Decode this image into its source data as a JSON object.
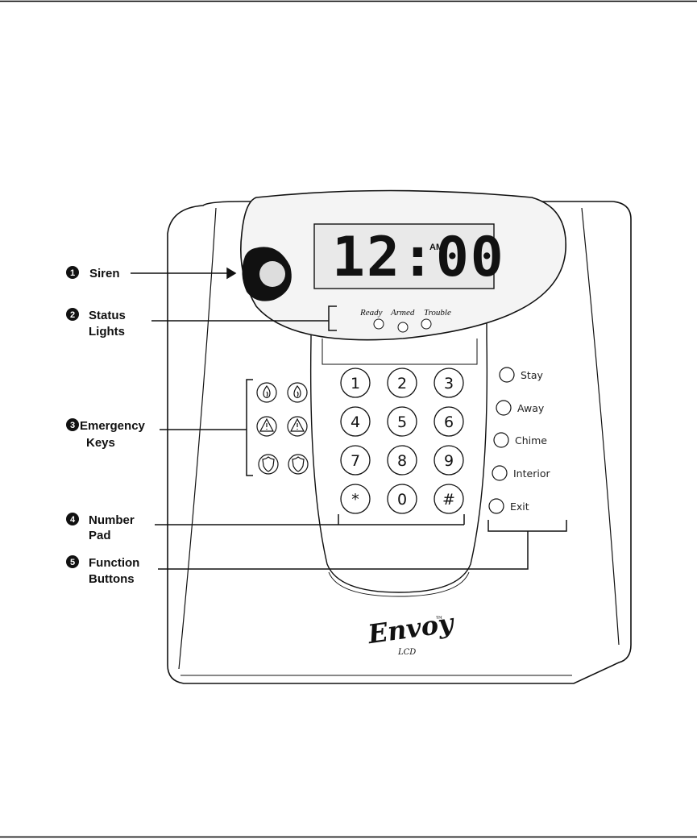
{
  "display": {
    "time": "12:00",
    "meridiem": "AM"
  },
  "status_lights": [
    "Ready",
    "Armed",
    "Trouble"
  ],
  "number_pad": [
    "1",
    "2",
    "3",
    "4",
    "5",
    "6",
    "7",
    "8",
    "9",
    "*",
    "0",
    "#"
  ],
  "function_buttons": [
    "Stay",
    "Away",
    "Chime",
    "Interior",
    "Exit"
  ],
  "emergency_keys": [
    {
      "icon": "fire-icon"
    },
    {
      "icon": "fire-icon"
    },
    {
      "icon": "warning-icon"
    },
    {
      "icon": "warning-icon"
    },
    {
      "icon": "police-shield-icon"
    },
    {
      "icon": "police-shield-icon"
    }
  ],
  "callouts": [
    {
      "number": "1",
      "lines": [
        "Siren"
      ]
    },
    {
      "number": "2",
      "lines": [
        "Status",
        "Lights"
      ]
    },
    {
      "number": "3",
      "lines": [
        "Emergency",
        "Keys"
      ]
    },
    {
      "number": "4",
      "lines": [
        "Number",
        "Pad"
      ]
    },
    {
      "number": "5",
      "lines": [
        "Function",
        "Buttons"
      ]
    }
  ],
  "brand": {
    "name": "Envoy",
    "model": "LCD",
    "trademark": "™"
  }
}
